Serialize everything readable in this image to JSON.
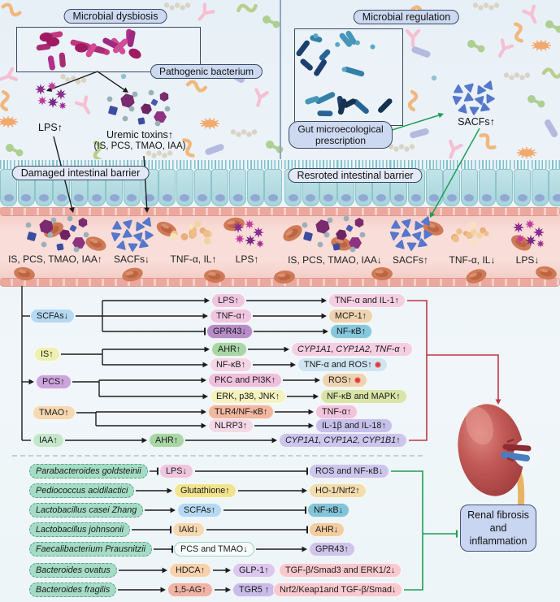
{
  "figure": {
    "left_panel": {
      "title": "Microbial dysbiosis",
      "box_caption": "Pathogenic bacterium",
      "lps": "LPS↑",
      "uremic_line1": "Uremic toxins↑",
      "uremic_line2": "(IS, PCS, TMAO, IAA)",
      "barrier": "Damaged intestinal barrier"
    },
    "right_panel": {
      "title": "Microbial regulation",
      "box_caption_line1": "Gut microecological",
      "box_caption_line2": "prescription",
      "sacfs": "SACFs↑",
      "barrier": "Resroted intestinal barrier"
    },
    "vessel_left": [
      "IS, PCS, TMAO, IAA↑",
      "SACFs↓",
      "TNF-α, IL↑",
      "LPS↑"
    ],
    "vessel_right": [
      "IS, PCS, TMAO, IAA↓",
      "SACFs↑",
      "TNF-α, IL↓",
      "LPS↓"
    ]
  },
  "pathway": {
    "sources": [
      {
        "label": "SCFAs↓",
        "bg": "#b5d9f2"
      },
      {
        "label": "IS↑",
        "bg": "#eef0b0"
      },
      {
        "label": "PCS↑",
        "bg": "#cda3dc"
      },
      {
        "label": "TMAO↑",
        "bg": "#f6d8b2"
      },
      {
        "label": "IAA↑",
        "bg": "#c4e7cc"
      }
    ],
    "rows": [
      {
        "mid": {
          "label": "LPS↑",
          "bg": "#efc6e0"
        },
        "midLink": "arrow",
        "right": {
          "label": "TNF-α and IL-1↑",
          "bg": "#f4cfe2"
        },
        "rightLink": "arrow"
      },
      {
        "mid": {
          "label": "TNF-α↑",
          "bg": "#efc6e0"
        },
        "midLink": "arrow",
        "right": {
          "label": "MCP-1↑",
          "bg": "#eed3b0"
        },
        "rightLink": "arrow"
      },
      {
        "mid": {
          "label": "GPR43↓",
          "bg": "#b78cc8"
        },
        "midLink": "inhibit",
        "right": {
          "label": "NF-κB↑",
          "bg": "#85c7dc"
        },
        "rightLink": "arrow"
      },
      {
        "mid": {
          "label": "AHR↑",
          "bg": "#a9d6a6"
        },
        "midLink": "arrow",
        "right": {
          "label": "CYP1A1, CYP1A2, TNF-α ↑",
          "bg": "#f4cfe2",
          "italic": true
        },
        "rightLink": "arrow"
      },
      {
        "mid": {
          "label": "NF-κB↑",
          "bg": "#f4d5e5"
        },
        "midLink": "arrow",
        "right": {
          "label": "TNF-α and ROS↑",
          "bg": "#cfe6f2",
          "dot": true
        },
        "rightLink": "arrow"
      },
      {
        "mid": {
          "label": "PKC and PI3K↑",
          "bg": "#eec0db"
        },
        "midLink": "arrow",
        "right": {
          "label": "ROS↑",
          "bg": "#eed3b0",
          "dot": true
        },
        "rightLink": "arrow"
      },
      {
        "mid": {
          "label": "ERK, p38, JNK↑",
          "bg": "#f4f2c0"
        },
        "midLink": "arrow",
        "right": {
          "label": "NF-κB and MAPK↑",
          "bg": "#d9e4a8"
        },
        "rightLink": "arrow"
      },
      {
        "mid": {
          "label": "TLR4/NF-κB↑",
          "bg": "#f2b79f"
        },
        "midLink": "arrow",
        "right": {
          "label": "TNF-α↑",
          "bg": "#f1c3dc"
        },
        "rightLink": "arrow"
      },
      {
        "mid": {
          "label": "NLRP3↑",
          "bg": "#f6d9e7"
        },
        "midLink": "arrow",
        "right": {
          "label": "IL-1β and IL-18↑",
          "bg": "#c5c1ea"
        },
        "rightLink": "arrow"
      },
      {
        "mid": {
          "label": "AHR↑",
          "bg": "#a9d6a6"
        },
        "midLink": "arrow",
        "right": {
          "label": "CYP1A1, CYP1A2, CYP1B1↑",
          "bg": "#ccc6ec",
          "italic": true
        },
        "rightLink": "arrow"
      }
    ]
  },
  "bottom_rows": [
    {
      "species": "Parabacteroides goldsteinii",
      "links": [
        "inhibit",
        "inhibit"
      ],
      "steps": [
        {
          "label": "LPS↓",
          "bg": "#efc6e0"
        },
        {
          "label": "ROS and NF-κB↓",
          "bg": "#ccc6ec"
        }
      ]
    },
    {
      "species": "Pediococcus acidilactici",
      "links": [
        "arrow",
        "arrow"
      ],
      "steps": [
        {
          "label": "Glutathione↑",
          "bg": "#f2e48e"
        },
        {
          "label": "HO-1/Nrf2↑",
          "bg": "#f3dcad"
        }
      ]
    },
    {
      "species": "Lactobacillus casei Zhang",
      "links": [
        "arrow",
        "inhibit"
      ],
      "steps": [
        {
          "label": "SCFAs↑",
          "bg": "#b5d9f2"
        },
        {
          "label": "NF-κB↓",
          "bg": "#82c4d8"
        }
      ]
    },
    {
      "species": "Lactobacillus johnsonii",
      "links": [
        "inhibit",
        "inhibit"
      ],
      "steps": [
        {
          "label": "IAld↓",
          "bg": "#f6d8b2"
        },
        {
          "label": "AHR↓",
          "bg": "#f3cda2"
        }
      ]
    },
    {
      "species": "Faecalibacterium Prausnitzii",
      "links": [
        "inhibit",
        "arrow"
      ],
      "steps": [
        {
          "label": "PCS and TMAO↓",
          "bg": "#f7fcfb",
          "border": "1px solid #9cd2c6"
        },
        {
          "label": "GPR43↑",
          "bg": "#cfc4ea"
        }
      ]
    },
    {
      "species": "Bacteroides ovatus",
      "links": [
        "arrow",
        "arrow",
        "inhibit"
      ],
      "steps": [
        {
          "label": "HDCA↑",
          "bg": "#f6d2ae"
        },
        {
          "label": "GLP-1↑",
          "bg": "#dcc7ee"
        },
        {
          "label": "TGF-β/Smad3 and ERK1/2↓",
          "bg": "#f8c9cf"
        }
      ]
    },
    {
      "species": "Bacteroides fragilis",
      "links": [
        "arrow",
        "arrow",
        "inhibit"
      ],
      "steps": [
        {
          "label": "1,5-AG↑",
          "bg": "#f0b3a6"
        },
        {
          "label": "TGR5 ↑",
          "bg": "#c9bce8"
        },
        {
          "label": "Nrf2/Keap1and TGF-β/Smad↓",
          "bg": "#f8c9cf"
        }
      ]
    }
  ],
  "outcome": {
    "line1": "Renal fibrosis",
    "line2": "and",
    "line3": "inflammation"
  },
  "colors": {
    "arrow": "#1c1c1c",
    "red": "#c23545",
    "green": "#1f9e55"
  }
}
